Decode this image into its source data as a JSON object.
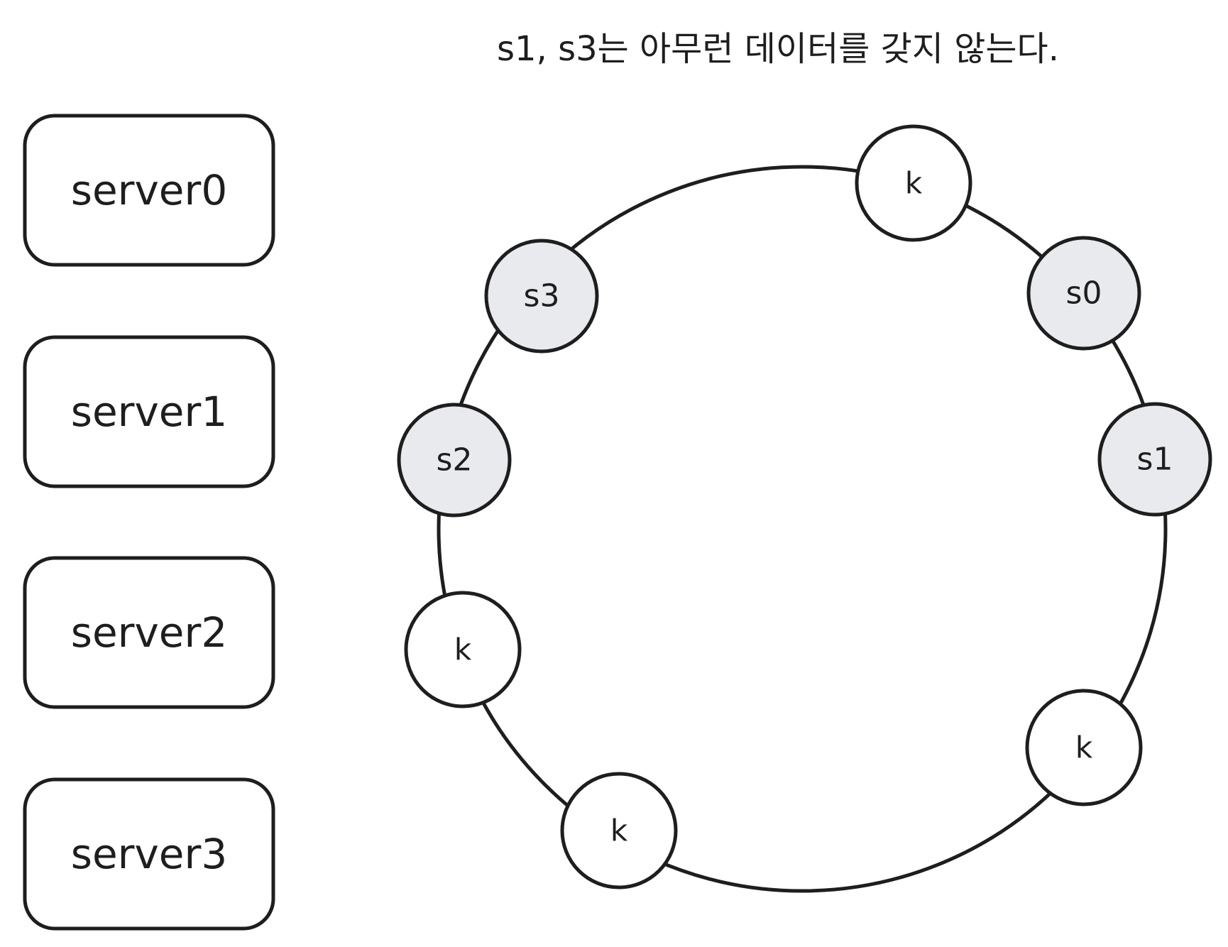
{
  "caption": "s1, s3는 아무런 데이터를 갖지 않는다.",
  "colors": {
    "stroke": "#1e1e1e",
    "server_node_fill": "#e8eaed",
    "key_node_fill": "#ffffff",
    "background": "#ffffff"
  },
  "servers": [
    {
      "label": "server0"
    },
    {
      "label": "server1"
    },
    {
      "label": "server2"
    },
    {
      "label": "server3"
    }
  ],
  "ring_nodes": {
    "s0": {
      "label": "s0",
      "kind": "server"
    },
    "s1": {
      "label": "s1",
      "kind": "server"
    },
    "s2": {
      "label": "s2",
      "kind": "server"
    },
    "s3": {
      "label": "s3",
      "kind": "server"
    },
    "k_top": {
      "label": "k",
      "kind": "key"
    },
    "k_left": {
      "label": "k",
      "kind": "key"
    },
    "k_bottom": {
      "label": "k",
      "kind": "key"
    },
    "k_right": {
      "label": "k",
      "kind": "key"
    }
  }
}
